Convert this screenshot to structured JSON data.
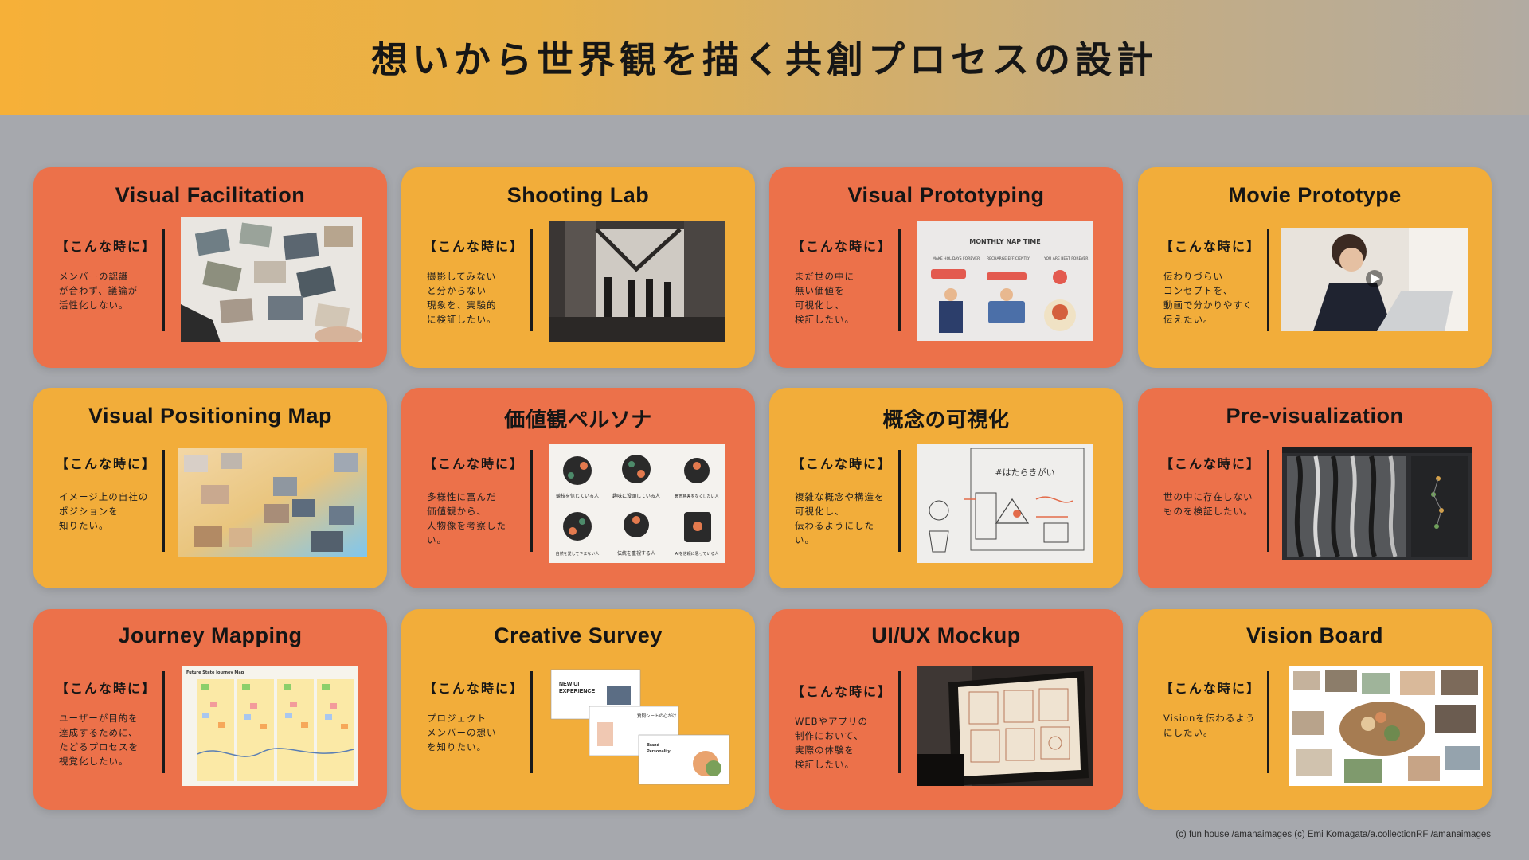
{
  "title": "想いから世界観を描く共創プロセスの設計",
  "when_label": "【こんな時に】",
  "cards": [
    {
      "title": "Visual Facilitation",
      "desc": "メンバーの認識\nが合わず、議論が\n活性化しない。"
    },
    {
      "title": "Shooting Lab",
      "desc": "撮影してみない\nと分からない\n現象を、実験的\nに検証したい。"
    },
    {
      "title": "Visual Prototyping",
      "desc": "まだ世の中に\n無い価値を\n可視化し、\n検証したい。"
    },
    {
      "title": "Movie Prototype",
      "desc": "伝わりづらい\nコンセプトを、\n動画で分かりやすく\n伝えたい。"
    },
    {
      "title": "Visual Positioning Map",
      "desc": "イメージ上の自社の\nポジションを\n知りたい。"
    },
    {
      "title": "価値観ペルソナ",
      "desc": "多様性に富んだ\n価値観から、\n人物像を考察したい。"
    },
    {
      "title": "概念の可視化",
      "desc": "複雑な概念や構造を\n可視化し、\n伝わるようにしたい。"
    },
    {
      "title": "Pre-visualization",
      "desc": "世の中に存在しない\nものを検証したい。"
    },
    {
      "title": "Journey Mapping",
      "desc": "ユーザーが目的を\n達成するために、\nたどるプロセスを\n視覚化したい。"
    },
    {
      "title": "Creative Survey",
      "desc": "プロジェクト\nメンバーの想い\nを知りたい。"
    },
    {
      "title": "UI/UX Mockup",
      "desc": "WEBやアプリの\n制作において、\n実際の体験を\n検証したい。"
    },
    {
      "title": "Vision Board",
      "desc": "Visionを伝わるよう\nにしたい。"
    }
  ],
  "thumbs": {
    "nap_time": "MONTHLY NAP TIME",
    "nap_a": "MAKE HOLIDAYS FOREVER",
    "nap_b": "RECHARGE EFFICIENTLY",
    "nap_c": "YOU ARE BEST FOREVER",
    "persona_1": "競技を信じている人",
    "persona_2": "趣味に没頭している人",
    "persona_3": "教育格差をなくしたい人",
    "persona_4": "自然を愛してやまない人",
    "persona_5": "伝統を重視する人",
    "persona_6": "AIを信頼に思っている人",
    "concept_tag": "#はたらきがい",
    "journey_title": "Future State Journey Map",
    "survey_1a": "NEW UI",
    "survey_1b": "EXPERIENCE",
    "survey_2": "質問シートの心がけ",
    "survey_3a": "Brand",
    "survey_3b": "Personality"
  },
  "credit": "(c) fun house /amanaimages   (c) Emi Komagata/a.collectionRF /amanaimages",
  "colors": {
    "coral": "#ec714a",
    "gold": "#f2ad3a",
    "background": "#a6a8ad"
  }
}
